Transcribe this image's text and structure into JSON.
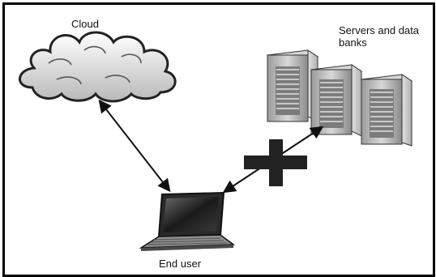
{
  "diagram": {
    "cloud_label": "Cloud",
    "servers_label": "Servers and data banks",
    "end_user_label": "End user"
  }
}
